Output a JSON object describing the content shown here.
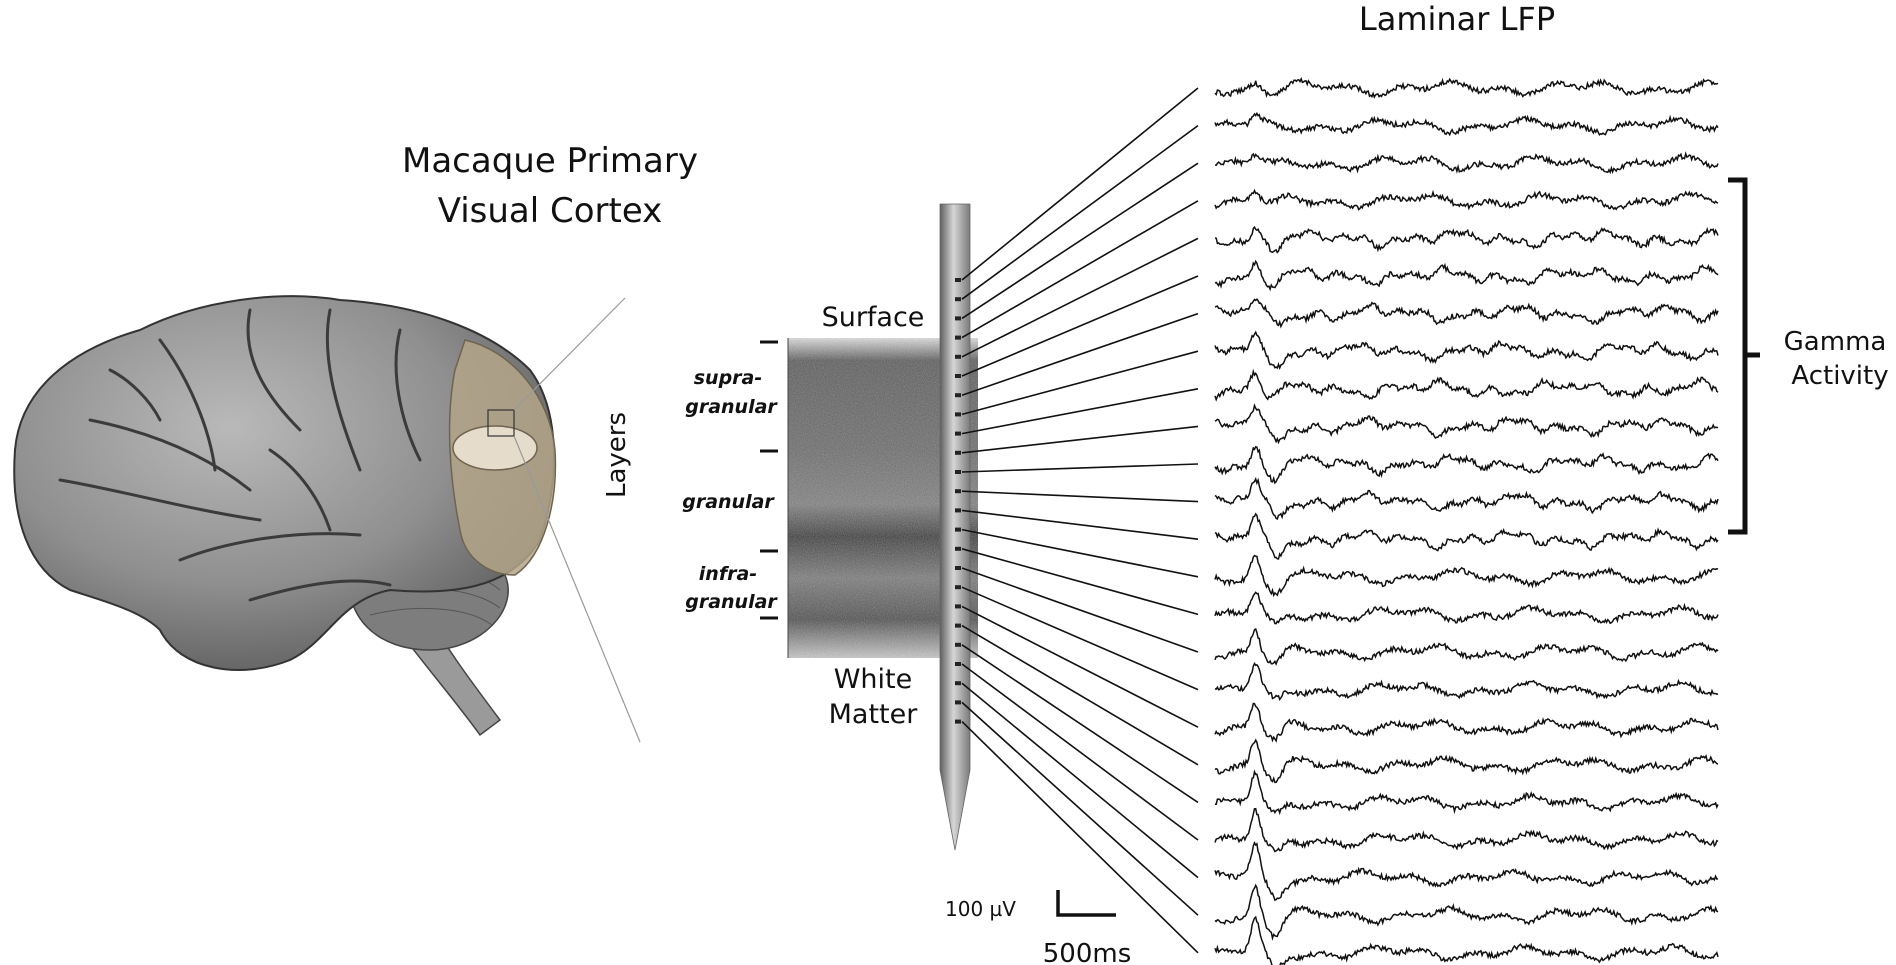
{
  "title_left_line1": "Macaque Primary",
  "title_left_line2": "Visual Cortex",
  "title_right": "Laminar LFP",
  "layers_label": "Layers",
  "surface_label": "Surface",
  "white_matter_line1": "White",
  "white_matter_line2": "Matter",
  "layer_names": {
    "supra_line1": "supra-",
    "supra_line2": "granular",
    "granular": "granular",
    "infra_line1": "infra-",
    "infra_line2": "granular"
  },
  "gamma_line1": "Gamma",
  "gamma_line2": "Activity",
  "scale_amplitude": "100 µV",
  "scale_time": "500ms",
  "channel_count": 24,
  "gamma_channel_range": [
    3,
    12
  ],
  "colors": {
    "v1_highlight": "#b4a488",
    "brain_gray": "#8c8c8c",
    "trace": "#111111"
  }
}
